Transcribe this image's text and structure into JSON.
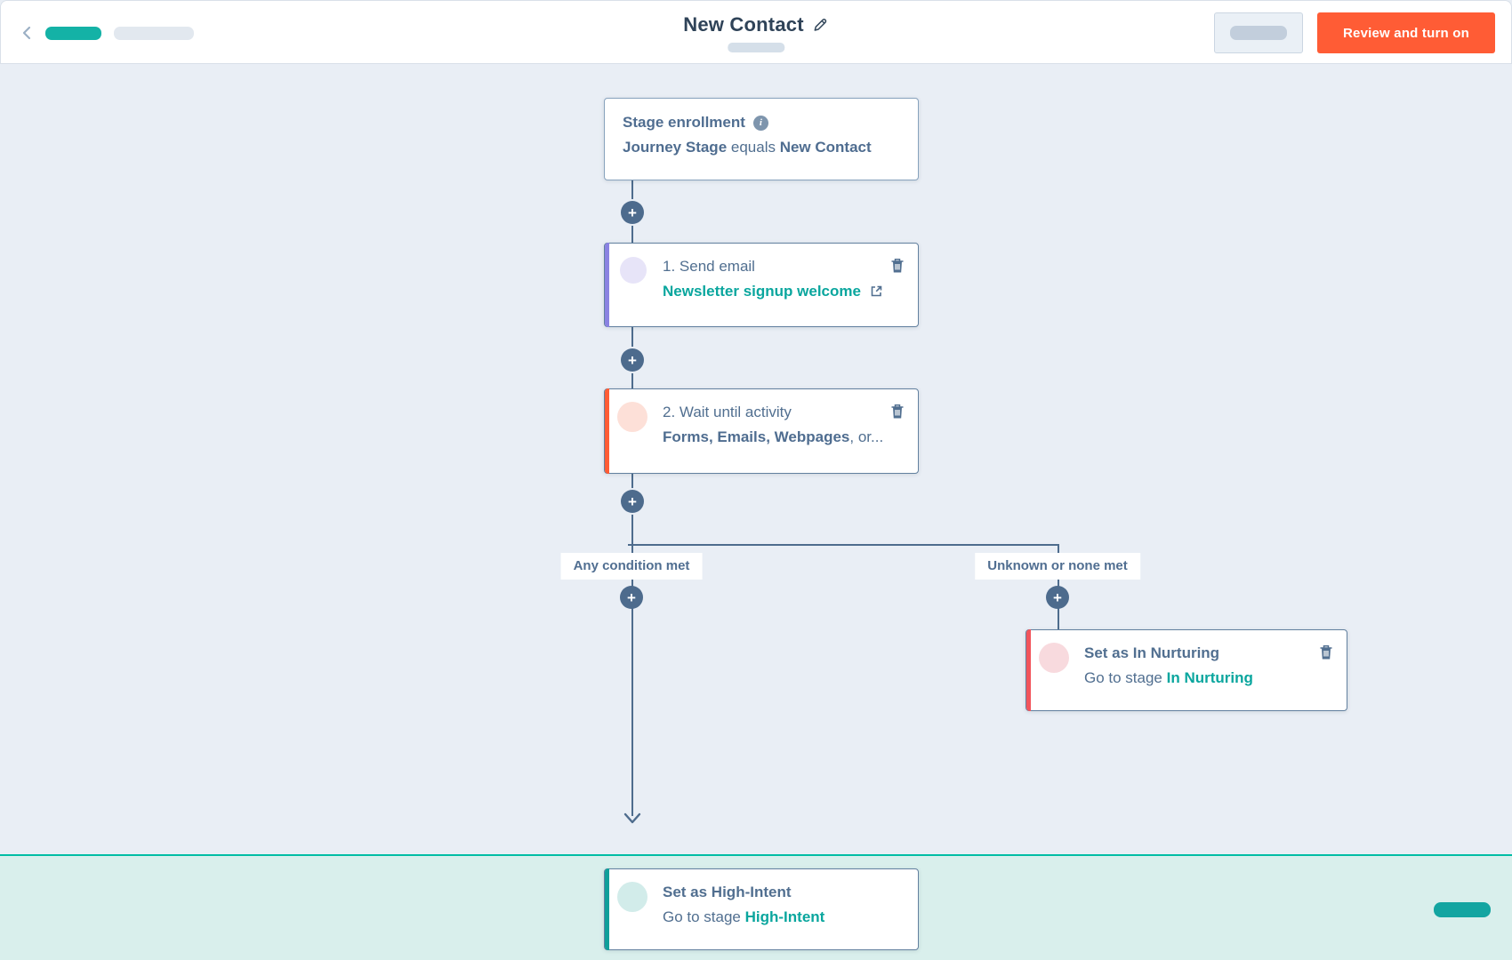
{
  "header": {
    "title": "New Contact",
    "review_button_label": "Review and turn on"
  },
  "flow": {
    "enrollment": {
      "title": "Stage enrollment",
      "criteria_property": "Journey Stage",
      "criteria_operator": " equals ",
      "criteria_value": "New Contact"
    },
    "action_send_email": {
      "title": "1. Send email",
      "link_label": "Newsletter signup welcome"
    },
    "action_wait": {
      "title": "2. Wait until activity",
      "detail_bold": "Forms, Emails, Webpages",
      "detail_rest": ", or..."
    },
    "branches": {
      "left_label": "Any condition met",
      "right_label": "Unknown or none met"
    },
    "action_nurture": {
      "title": "Set as In Nurturing",
      "detail_prefix": "Go to stage ",
      "stage": "In Nurturing"
    },
    "goal_action": {
      "title": "Set as High-Intent",
      "detail_prefix": "Go to stage ",
      "stage": "High-Intent"
    }
  },
  "colors": {
    "primary_button": "#ff5c35",
    "teal_accent": "#0aa69e",
    "send_email_accent": "#8a82e2",
    "wait_accent": "#ff5c35",
    "nurture_accent": "#f2545b",
    "goal_accent": "#0f9f9a",
    "connector": "#4e6c8d",
    "canvas_bg": "#e9eef5",
    "goal_section_bg": "#d9efec",
    "goal_section_border": "#00bda5"
  }
}
